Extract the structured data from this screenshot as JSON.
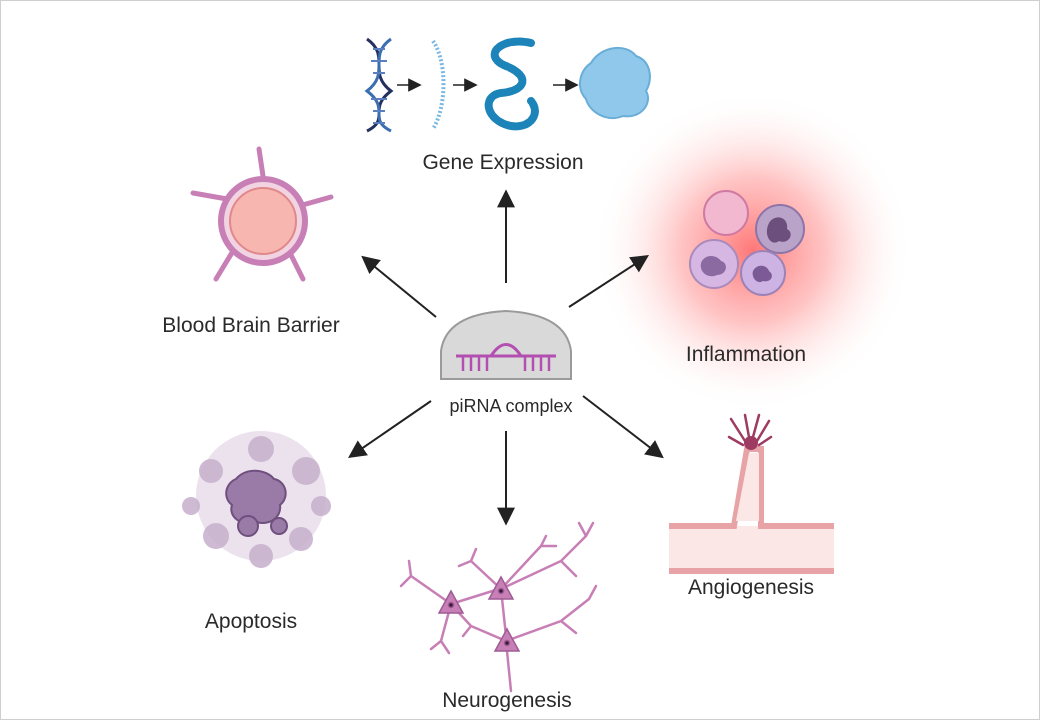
{
  "center": {
    "label": "piRNA complex"
  },
  "nodes": {
    "gene_expression": {
      "label": "Gene Expression"
    },
    "blood_brain_barrier": {
      "label": "Blood Brain Barrier"
    },
    "inflammation": {
      "label": "Inflammation"
    },
    "apoptosis": {
      "label": "Apoptosis"
    },
    "neurogenesis": {
      "label": "Neurogenesis"
    },
    "angiogenesis": {
      "label": "Angiogenesis"
    }
  },
  "colors": {
    "arrow": "#222222",
    "dna_blue": "#3b6fb0",
    "dna_navy": "#24315e",
    "protein_blue": "#8fc8ea",
    "cell_pink": "#c77fb6",
    "inflammation_glow": "#ff6b6b",
    "apoptosis_purple": "#9a7aa6",
    "vessel_pink": "#e7a3a6"
  }
}
